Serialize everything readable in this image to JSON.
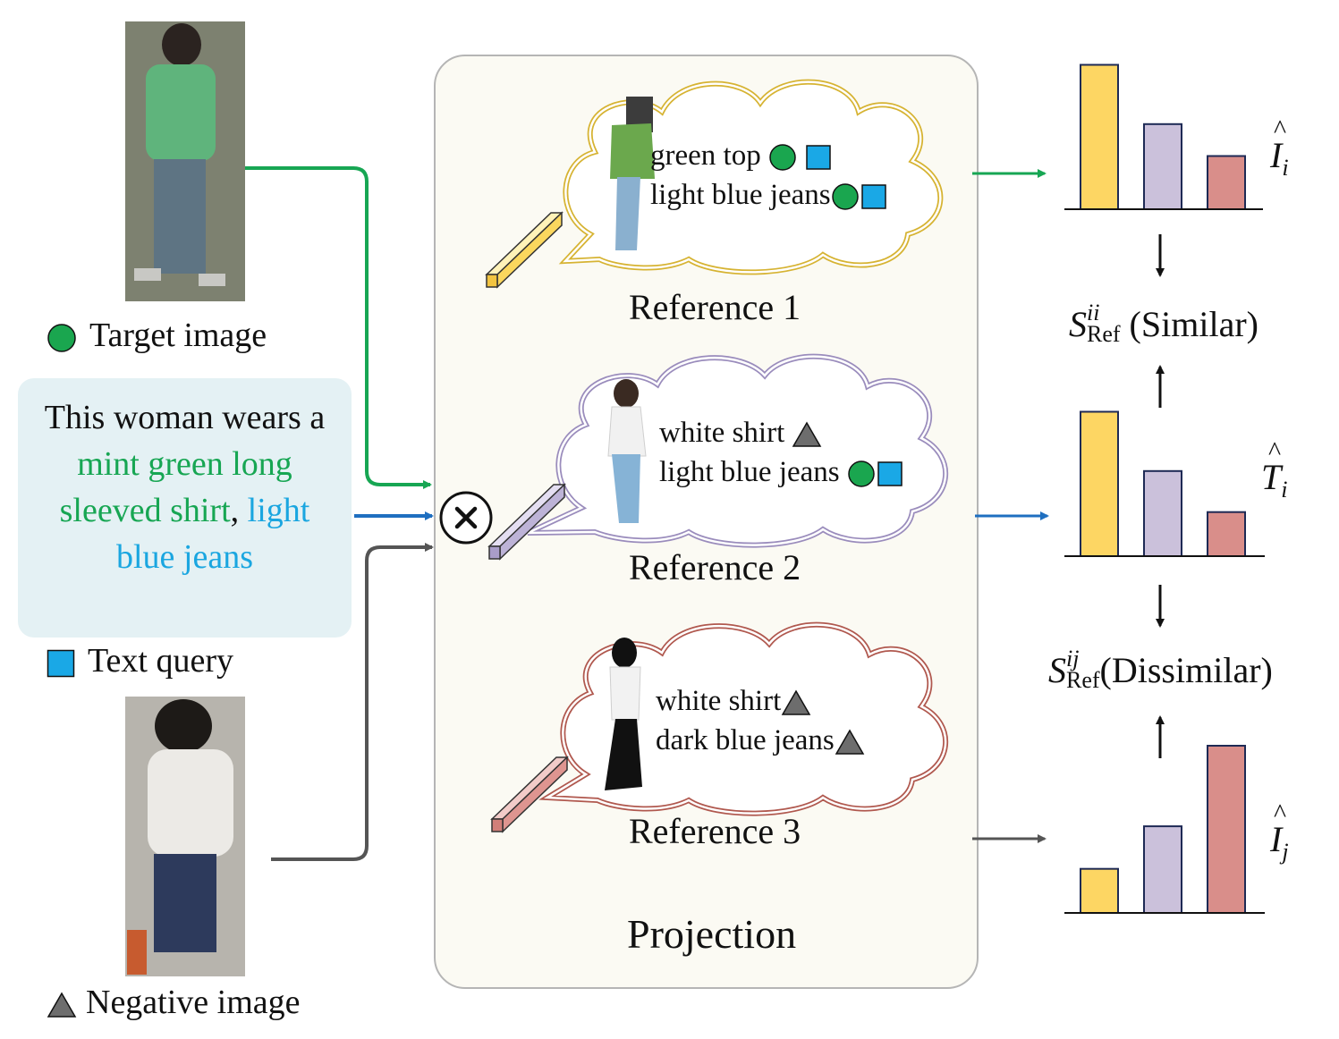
{
  "legend": {
    "target_label": "Target image",
    "text_query_label": "Text query",
    "negative_label": "Negative image"
  },
  "query": {
    "part1": "This woman wears a ",
    "part2": "mint green long sleeved shirt",
    "part3": ", ",
    "part4": "light blue jeans"
  },
  "projection": {
    "title": "Projection",
    "references": [
      {
        "title": "Reference 1",
        "line1": "green top",
        "line2": "light blue jeans"
      },
      {
        "title": "Reference 2",
        "line1": "white shirt",
        "line2": "light blue jeans"
      },
      {
        "title": "Reference 3",
        "line1": "white shirt",
        "line2": "dark blue jeans"
      }
    ]
  },
  "outputs": {
    "i_hat_i": {
      "base": "I",
      "sub": "i"
    },
    "t_hat_i": {
      "base": "T",
      "sub": "i"
    },
    "i_hat_j": {
      "base": "I",
      "sub": "j"
    },
    "s_similar": {
      "base": "S",
      "sup": "ii",
      "sub": "Ref",
      "note": "(Similar)"
    },
    "s_dissimilar": {
      "base": "S",
      "sup": "ij",
      "sub": "Ref",
      "note": "(Dissimilar)"
    }
  },
  "chart_data": [
    {
      "type": "bar",
      "series": [
        {
          "values": [
            0.95,
            0.56,
            0.35
          ]
        }
      ],
      "ylim": [
        0,
        1
      ]
    },
    {
      "type": "bar",
      "series": [
        {
          "values": [
            0.95,
            0.56,
            0.29
          ]
        }
      ],
      "ylim": [
        0,
        1
      ]
    },
    {
      "type": "bar",
      "series": [
        {
          "values": [
            0.29,
            0.57,
            1.1
          ]
        }
      ],
      "ylim": [
        0,
        1.15
      ]
    }
  ],
  "colors": {
    "green": "#17a653",
    "blue": "#1f6fc0",
    "gray": "#555555",
    "bar_yellow": "#fdd663",
    "bar_lavender": "#cbc1db",
    "bar_rose": "#d98e8a",
    "marker_green": "#1aa64f",
    "marker_blue": "#1aa8e6",
    "marker_gray": "#6d6d6d"
  }
}
